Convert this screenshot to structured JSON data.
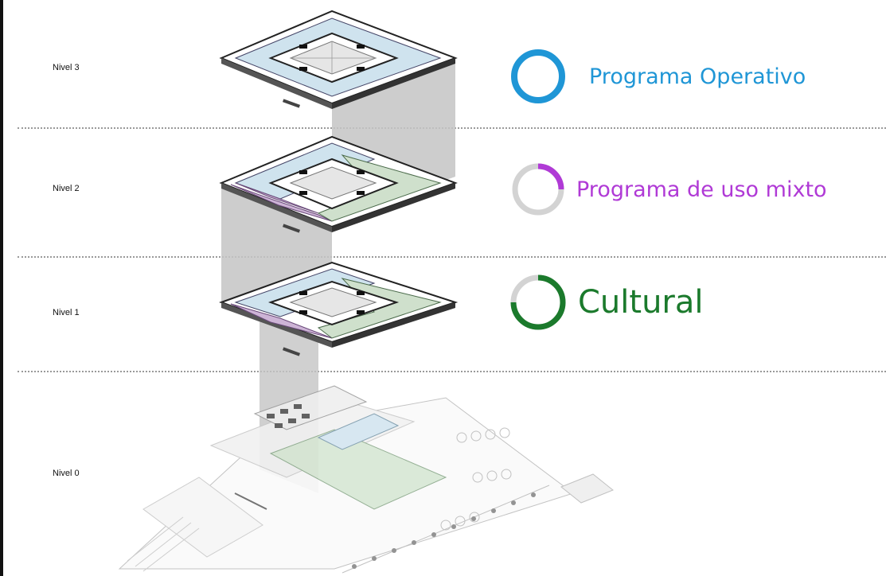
{
  "levels": [
    {
      "label": "Nivel 3"
    },
    {
      "label": "Nivel 2"
    },
    {
      "label": "Nivel 1"
    },
    {
      "label": "Nivel 0"
    }
  ],
  "legend": [
    {
      "label": "Programa Operativo",
      "color": "#1f96d6",
      "icon": "ring-icon-full"
    },
    {
      "label": "Programa de uso mixto",
      "color": "#b03ad6",
      "icon": "ring-icon-partial"
    },
    {
      "label": "Cultural",
      "color": "#1b7a2c",
      "icon": "ring-icon-half"
    }
  ],
  "colors": {
    "operativo_fill": "#cfe3ee",
    "mixto_fill": "#cdb4d6",
    "cultural_fill": "#cfe0cc",
    "connector": "#c4c4c4",
    "separator": "#9a9a9a"
  }
}
